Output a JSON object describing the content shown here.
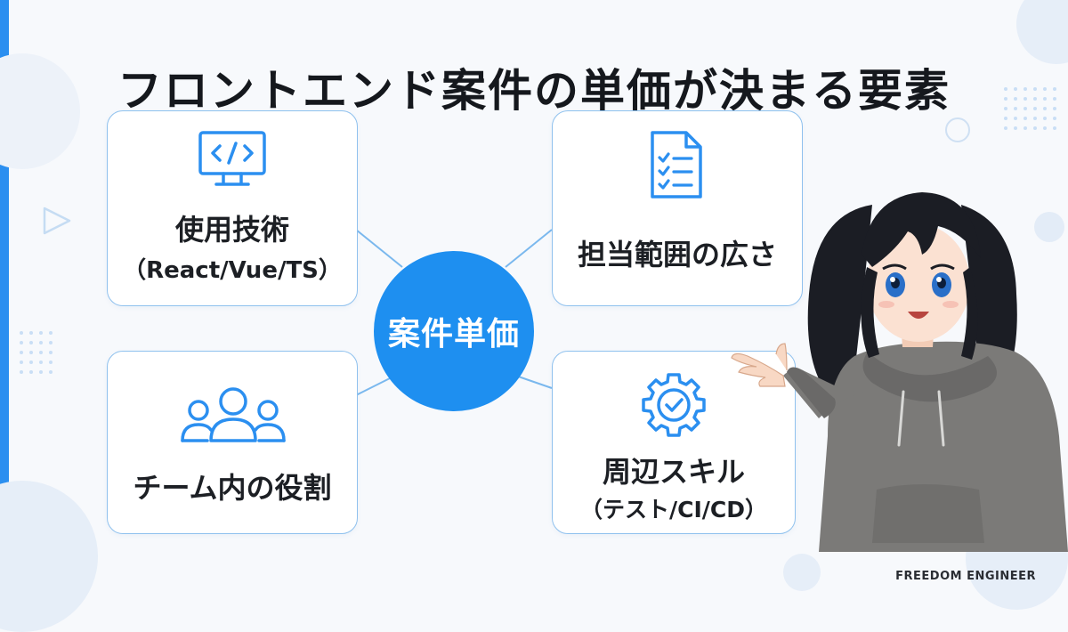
{
  "title": "フロントエンド案件の単価が決まる要素",
  "hub": {
    "label": "案件単価"
  },
  "cards": {
    "tech": {
      "line1": "使用技術",
      "line2": "（React/Vue/TS）",
      "icon": "code-monitor-icon"
    },
    "scope": {
      "line1": "担当範囲の広さ",
      "icon": "checklist-document-icon"
    },
    "role": {
      "line1": "チーム内の役割",
      "icon": "team-people-icon"
    },
    "skills": {
      "line1": "周辺スキル",
      "line2": "（テスト/CI/CD）",
      "icon": "check-gear-icon"
    }
  },
  "brand": "FREEDOM ENGINEER",
  "colors": {
    "accent": "#1e8ff0",
    "card_border": "#8fc1ee",
    "icon": "#2b8ff0",
    "background": "#f7f9fc",
    "hoodie": "#7b7a78",
    "hair": "#1b1d24"
  }
}
